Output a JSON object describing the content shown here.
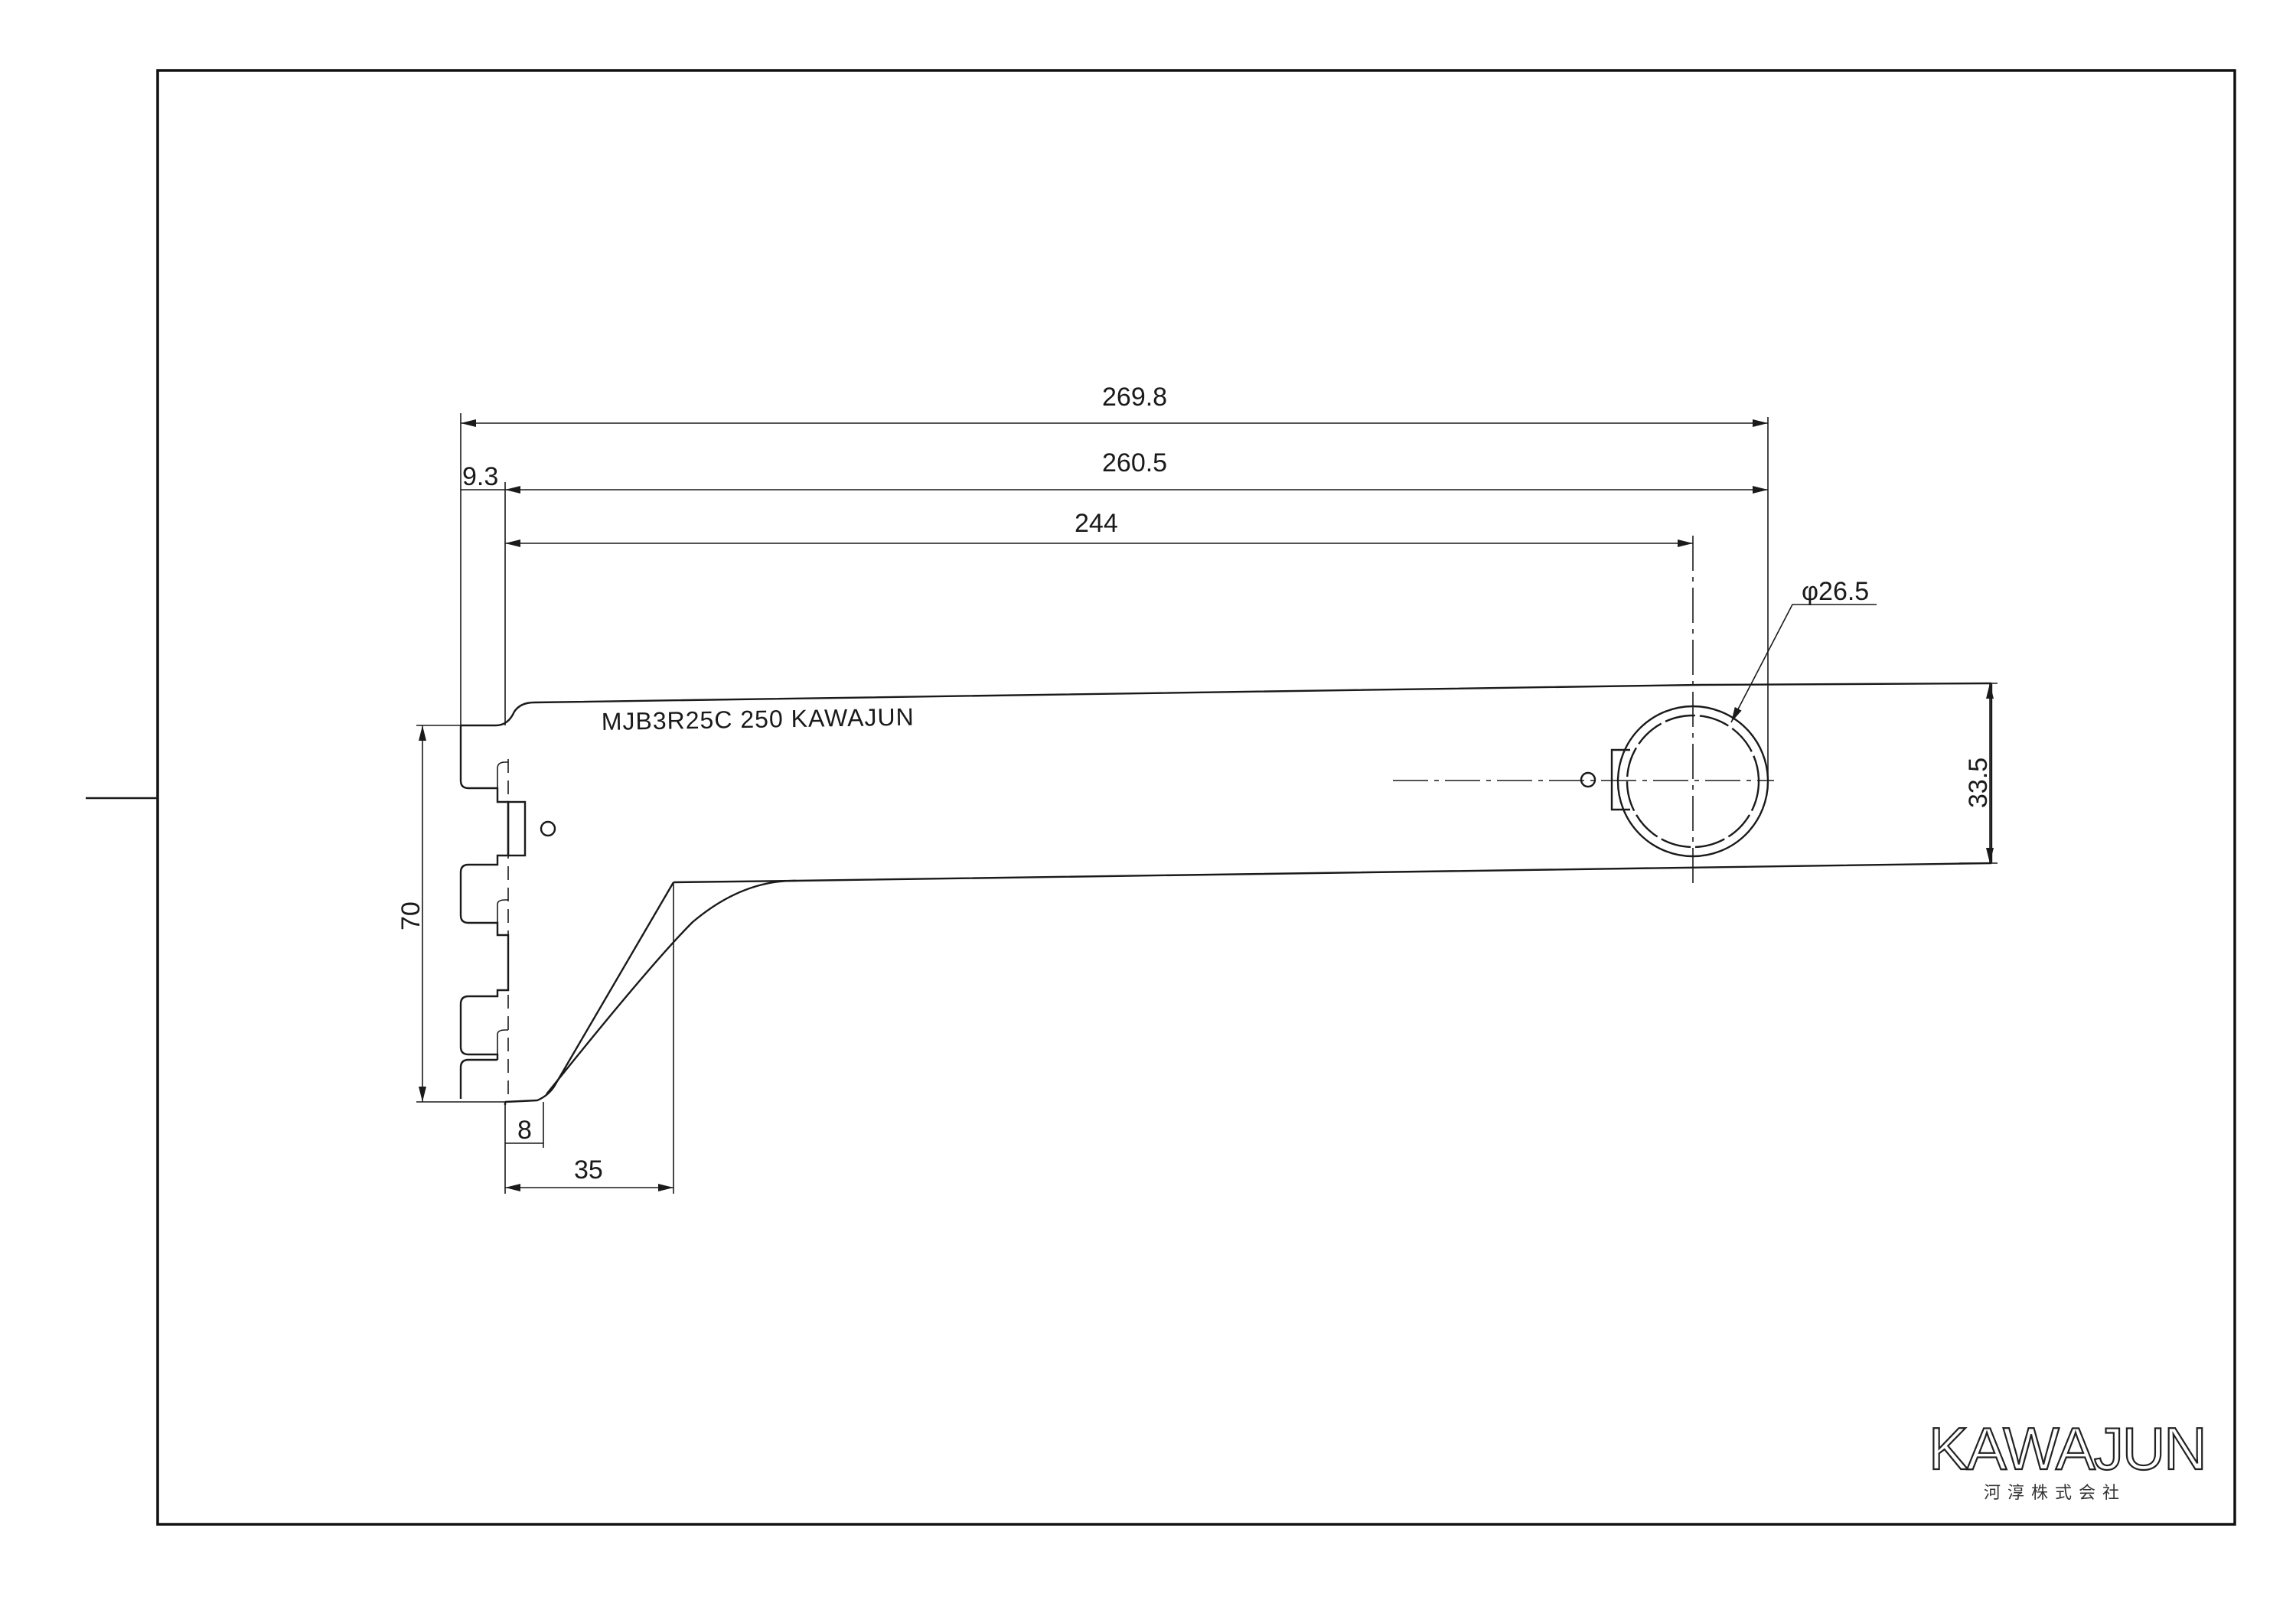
{
  "drawing": {
    "part_marking": "MJB3R25C  250  KAWAJUN",
    "dimensions": {
      "overall_length": "269.8",
      "hook_to_tip": "260.5",
      "hook_to_center": "244",
      "hook_depth": "9.3",
      "rod_diameter": "φ26.5",
      "tip_height": "33.5",
      "body_height": "70",
      "heel_offset": "8",
      "gusset_width": "35"
    }
  },
  "logo": {
    "brand": "KAWAJUN",
    "company": "河淳株式会社"
  },
  "colors": {
    "line": "#1a1a1a",
    "background": "#ffffff"
  }
}
